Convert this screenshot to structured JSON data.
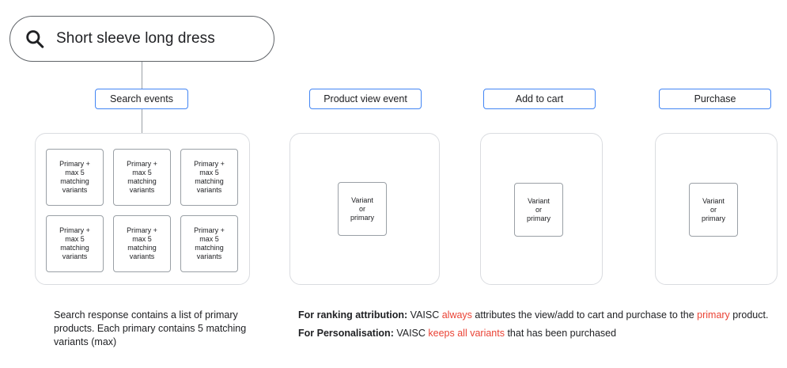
{
  "search": {
    "query": "Short sleeve long dress",
    "icon": "search-icon"
  },
  "stages": [
    {
      "label": "Search events"
    },
    {
      "label": "Product view event"
    },
    {
      "label": "Add to cart"
    },
    {
      "label": "Purchase"
    }
  ],
  "search_panel": {
    "cards": [
      {
        "text": "Primary +\nmax 5\nmatching\nvariants"
      },
      {
        "text": "Primary +\nmax 5\nmatching\nvariants"
      },
      {
        "text": "Primary +\nmax 5\nmatching\nvariants"
      },
      {
        "text": "Primary +\nmax 5\nmatching\nvariants"
      },
      {
        "text": "Primary +\nmax 5\nmatching\nvariants"
      },
      {
        "text": "Primary +\nmax 5\nmatching\nvariants"
      }
    ]
  },
  "variant_cards": [
    {
      "text": "Variant\nor\nprimary"
    },
    {
      "text": "Variant\nor\nprimary"
    },
    {
      "text": "Variant\nor\nprimary"
    }
  ],
  "caption_left": "Search response contains a list of primary products. Each primary contains 5 matching variants (max)",
  "notes": {
    "ranking": {
      "label": "For ranking attribution:",
      "part1": " VAISC ",
      "highlight1": "always",
      "part2": " attributes the view/add to cart and purchase to the ",
      "highlight2": "primary",
      "part3": " product."
    },
    "personalisation": {
      "label": "For Personalisation:",
      "part1": " VAISC ",
      "highlight1": "keeps all variants",
      "part2": " that has been purchased"
    }
  },
  "colors": {
    "chip_border": "#4285f4",
    "highlight": "#ea4335",
    "panel_border": "#dadce0",
    "card_border": "#9aa0a6"
  }
}
